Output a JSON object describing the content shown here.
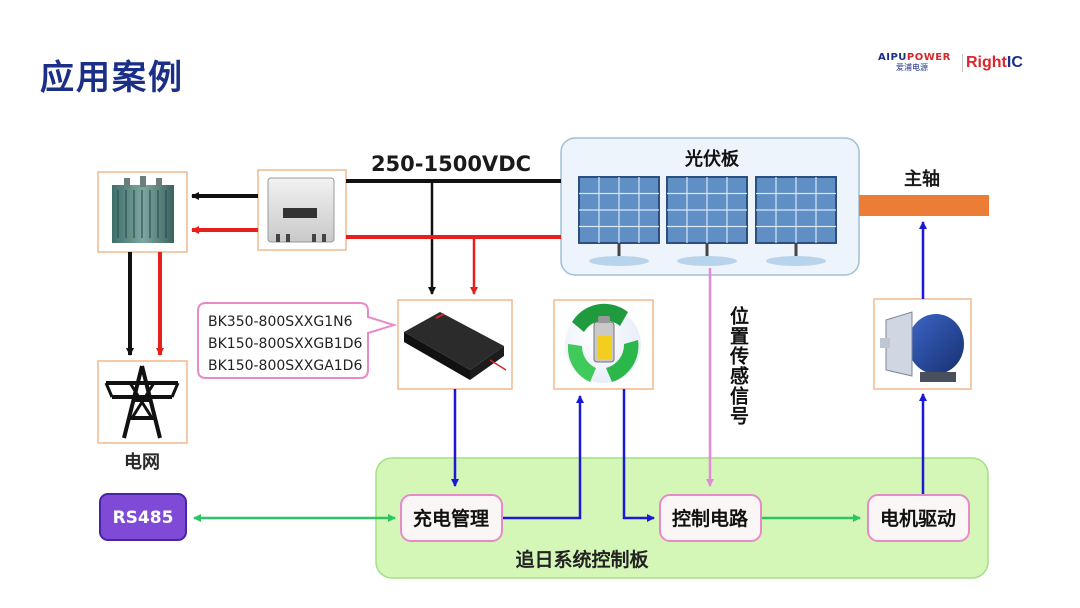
{
  "page": {
    "title": "应用案例"
  },
  "logos": {
    "aipu_prefix": "AIPU",
    "aipu_suffix": "POWER",
    "aipu_sub": "爱浦电源",
    "right_prefix": "Right",
    "right_suffix": "IC"
  },
  "diagram": {
    "voltage_label": "250-1500VDC",
    "pv_label": "光伏板",
    "spindle_label": "主轴",
    "grid_label": "电网",
    "position_signal_label": "位置传感信号",
    "rs485_label": "RS485",
    "charge_mgmt_label": "充电管理",
    "control_circuit_label": "控制电路",
    "motor_drive_label": "电机驱动",
    "board_label": "追日系统控制板",
    "models": [
      "BK350-800SXXG1N6",
      "BK150-800SXXGB1D6",
      "BK150-800SXXGA1D6"
    ]
  },
  "colors": {
    "title": "#1b2f86",
    "power_black": "#111111",
    "power_red": "#e8201c",
    "signal_blue": "#1a1ad6",
    "signal_green": "#2ec463",
    "signal_pink": "#e58ad8",
    "board_fill": "#d4f7b8",
    "spindle": "#ec7d36"
  }
}
